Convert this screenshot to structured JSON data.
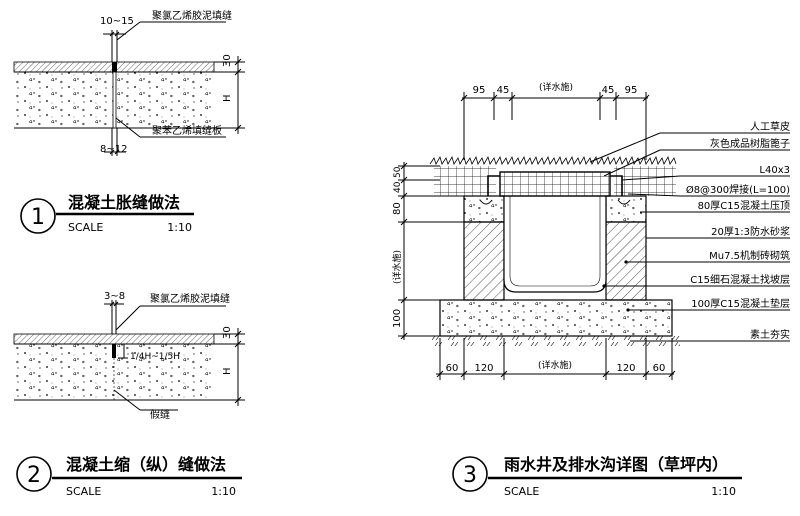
{
  "detail1": {
    "dim_top": "10~15",
    "note_top": "聚氯乙烯胶泥填缝",
    "note_bottom": "聚苯乙烯填缝板",
    "dim_bottom": "8~12",
    "dim_30": "30",
    "dim_h": "H",
    "number": "1",
    "title": "混凝土胀缝做法",
    "scale_label": "SCALE",
    "scale_value": "1:10"
  },
  "detail2": {
    "dim_top": "3~8",
    "note_top": "聚氯乙烯胶泥填缝",
    "dim_depth": "1/4H~1/5H",
    "note_bottom": "假缝",
    "dim_30": "30",
    "dim_h": "H",
    "number": "2",
    "title": "混凝土缩（纵）缝做法",
    "scale_label": "SCALE",
    "scale_value": "1:10"
  },
  "detail3": {
    "top_dims": [
      "95",
      "45",
      "(详水施)",
      "45",
      "95"
    ],
    "left_dims": [
      "50",
      "40",
      "80",
      "(详水施)",
      "100"
    ],
    "bottom_dims": [
      "60",
      "120",
      "(详水施)",
      "120",
      "60"
    ],
    "notes": [
      "人工草皮",
      "灰色成品树脂篦子",
      "L40x3",
      "Ø8@300焊接(L=100)",
      "80厚C15混凝土压顶",
      "20厚1:3防水砂浆",
      "Mu7.5机制砖砌筑",
      "C15细石混凝土找坡层",
      "100厚C15混凝土垫层",
      "素土夯实"
    ],
    "number": "3",
    "title": "雨水井及排水沟详图（草坪内）",
    "scale_label": "SCALE",
    "scale_value": "1:10"
  }
}
